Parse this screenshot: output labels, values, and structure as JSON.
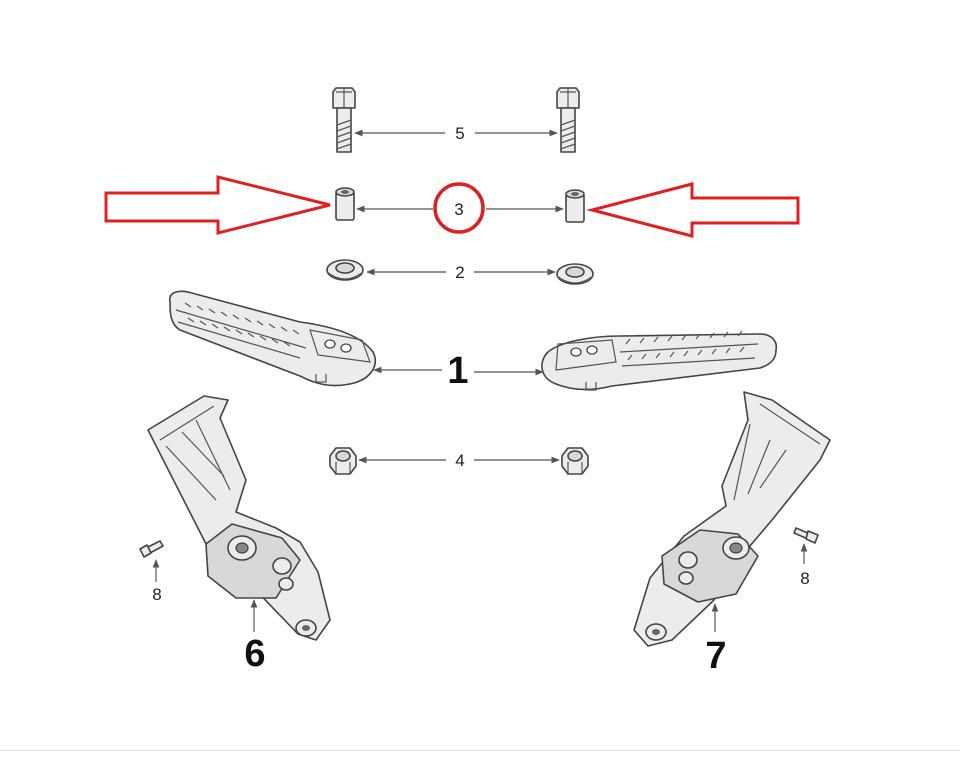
{
  "labels": {
    "bolt": "5",
    "spacer": "3",
    "washer": "2",
    "footpeg": "1",
    "nut": "4",
    "screw_left": "8",
    "screw_right": "8",
    "bracket_left": "6",
    "bracket_right": "7"
  },
  "highlight": {
    "color": "#e02020",
    "circled_label": "3",
    "arrows": "both sides pointing to part 3"
  }
}
